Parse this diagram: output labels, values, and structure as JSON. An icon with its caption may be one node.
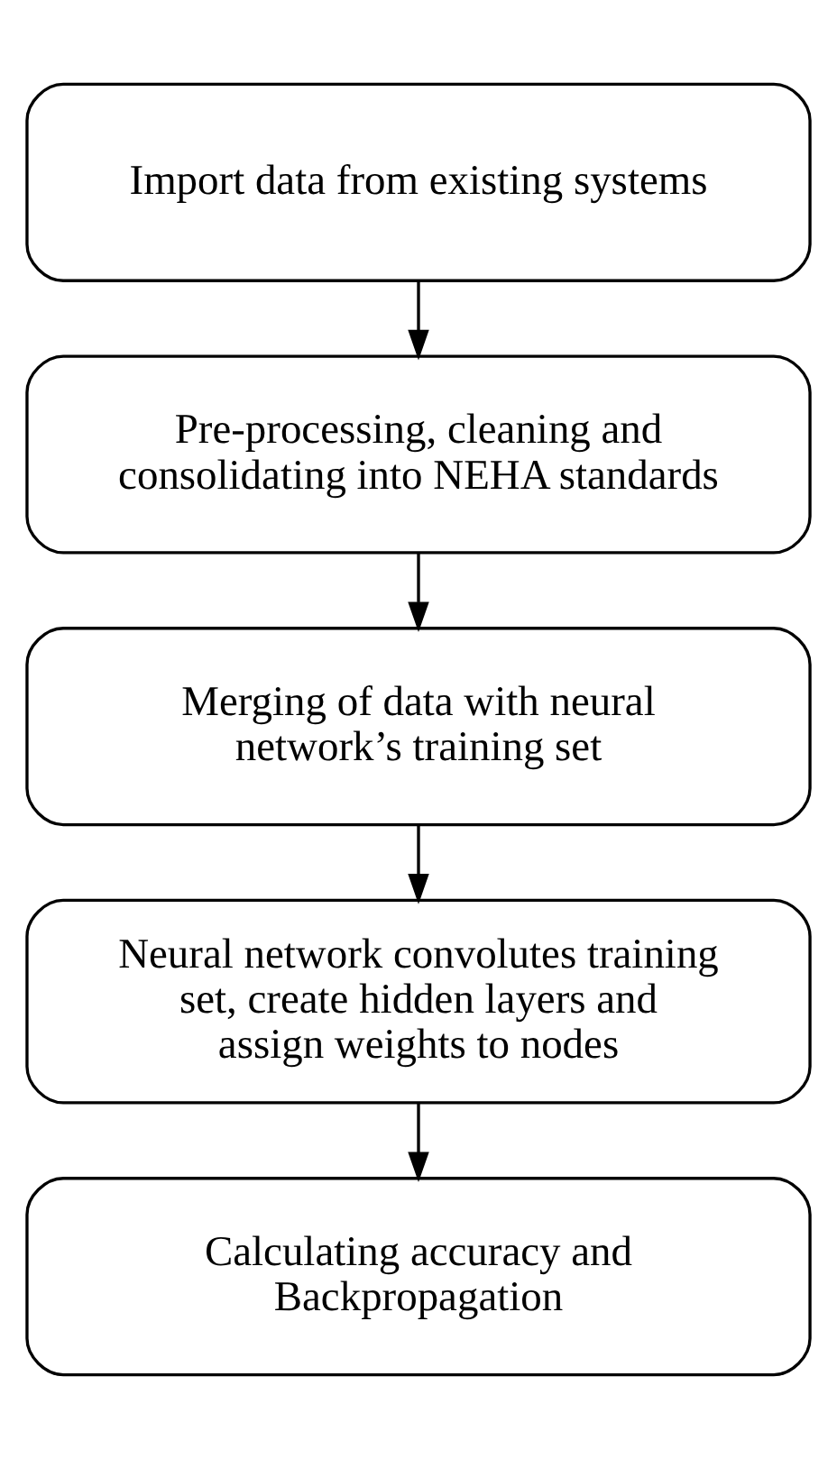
{
  "diagram": {
    "nodes": [
      {
        "text": [
          "Import data from existing systems"
        ]
      },
      {
        "text": [
          "Pre-processing, cleaning and consolidating into NEHA standards"
        ]
      },
      {
        "text": [
          "Merging of data with neural network’s training set"
        ]
      },
      {
        "text": [
          "Neural network convolutes training set, create hidden layers and assign weights to nodes"
        ]
      },
      {
        "text": [
          "Calculating accuracy and Backpropagation"
        ]
      }
    ],
    "edges": [
      {
        "from": 0,
        "to": 1,
        "arrow": "to"
      },
      {
        "from": 1,
        "to": 2,
        "arrow": "to"
      },
      {
        "from": 2,
        "to": 3,
        "arrow": "to"
      },
      {
        "from": 3,
        "to": 4,
        "arrow": "to"
      }
    ]
  }
}
